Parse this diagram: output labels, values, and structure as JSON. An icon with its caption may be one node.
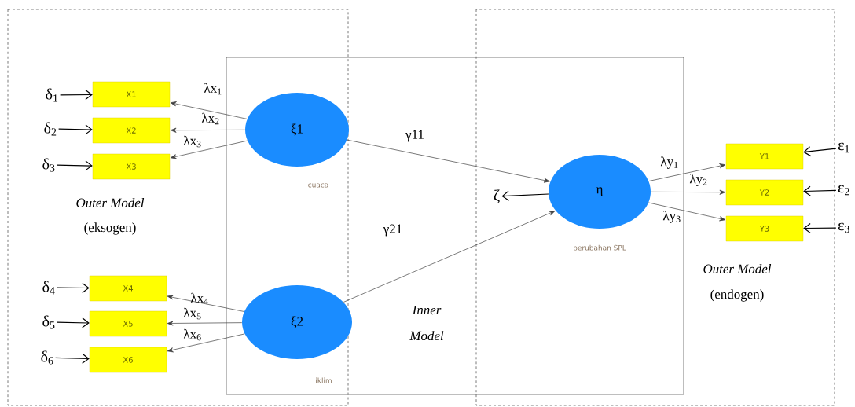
{
  "diagram": {
    "nodes": [
      {
        "text": [
          "X1"
        ]
      },
      {
        "text": [
          "X2"
        ]
      },
      {
        "text": [
          "X3"
        ]
      },
      {
        "text": [
          "X4"
        ]
      },
      {
        "text": [
          "X5"
        ]
      },
      {
        "text": [
          "X6"
        ]
      },
      {
        "text": [
          "Y1"
        ]
      },
      {
        "text": [
          "Y2"
        ]
      },
      {
        "text": [
          "Y3"
        ]
      },
      {
        "text": [
          "ξ1"
        ]
      },
      {
        "text": [
          "ξ2"
        ]
      },
      {
        "text": [
          "η"
        ]
      },
      {
        "text": [
          "δ$_{1}$"
        ]
      },
      {
        "text": [
          "δ$_{2}$"
        ]
      },
      {
        "text": [
          "δ$_{3}$"
        ]
      },
      {
        "text": [
          "δ$_{4}$"
        ]
      },
      {
        "text": [
          "δ$_{5}$"
        ]
      },
      {
        "text": [
          "δ$_{6}$"
        ]
      },
      {
        "text": [
          "ε$_{1}$"
        ]
      },
      {
        "text": [
          "ε$_{2}$"
        ]
      },
      {
        "text": [
          "ε$_{3}$"
        ]
      },
      {
        "text": [
          "ζ"
        ]
      }
    ],
    "edges": [
      {
        "from": 9,
        "to": 0,
        "arrow": "to",
        "label": "λx$_{1}$"
      },
      {
        "from": 9,
        "to": 1,
        "arrow": "to",
        "label": "λx$_{2}$"
      },
      {
        "from": 9,
        "to": 2,
        "arrow": "to",
        "label": "λx$_{3}$"
      },
      {
        "from": 10,
        "to": 3,
        "arrow": "to",
        "label": "λx$_{4}$"
      },
      {
        "from": 10,
        "to": 4,
        "arrow": "to",
        "label": "λx$_{5}$"
      },
      {
        "from": 10,
        "to": 5,
        "arrow": "to",
        "label": "λx$_{6}$"
      },
      {
        "from": 9,
        "to": 11,
        "arrow": "to",
        "label": "γ11"
      },
      {
        "from": 10,
        "to": 11,
        "arrow": "to",
        "label": "γ21"
      },
      {
        "from": 11,
        "to": 6,
        "arrow": "to",
        "label": "λy$_{1}$"
      },
      {
        "from": 11,
        "to": 7,
        "arrow": "to",
        "label": "λy$_{2}$"
      },
      {
        "from": 11,
        "to": 8,
        "arrow": "to",
        "label": "λy$_{3}$"
      },
      {
        "from": 11,
        "to": 21,
        "arrow": "to"
      },
      {
        "from": 12,
        "to": 0,
        "arrow": "to"
      },
      {
        "from": 13,
        "to": 1,
        "arrow": "to"
      },
      {
        "from": 14,
        "to": 2,
        "arrow": "to"
      },
      {
        "from": 15,
        "to": 3,
        "arrow": "to"
      },
      {
        "from": 16,
        "to": 4,
        "arrow": "to"
      },
      {
        "from": 17,
        "to": 5,
        "arrow": "to"
      },
      {
        "from": 18,
        "to": 6,
        "arrow": "to"
      },
      {
        "from": 19,
        "to": 7,
        "arrow": "to"
      },
      {
        "from": 20,
        "to": 8,
        "arrow": "to"
      }
    ],
    "labels": [
      "cuaca",
      "Outer Model",
      "(eksogen)",
      "perubahan SPL",
      "Outer Model",
      "(endogen)",
      "Inner Model",
      "iklim"
    ]
  }
}
